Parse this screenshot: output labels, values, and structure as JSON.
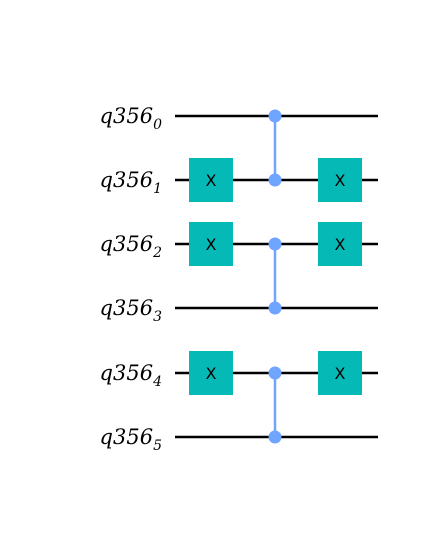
{
  "circuit": {
    "qubits": [
      {
        "label": "q356",
        "index": "0"
      },
      {
        "label": "q356",
        "index": "1"
      },
      {
        "label": "q356",
        "index": "2"
      },
      {
        "label": "q356",
        "index": "3"
      },
      {
        "label": "q356",
        "index": "4"
      },
      {
        "label": "q356",
        "index": "5"
      }
    ],
    "gates": [
      {
        "type": "X",
        "label": "X",
        "qubit": 1,
        "column": 0
      },
      {
        "type": "X",
        "label": "X",
        "qubit": 2,
        "column": 0
      },
      {
        "type": "X",
        "label": "X",
        "qubit": 4,
        "column": 0
      },
      {
        "type": "CZ",
        "qubits": [
          0,
          1
        ],
        "column": 1
      },
      {
        "type": "CZ",
        "qubits": [
          2,
          3
        ],
        "column": 1
      },
      {
        "type": "CZ",
        "qubits": [
          4,
          5
        ],
        "column": 1
      },
      {
        "type": "X",
        "label": "X",
        "qubit": 1,
        "column": 2
      },
      {
        "type": "X",
        "label": "X",
        "qubit": 2,
        "column": 2
      },
      {
        "type": "X",
        "label": "X",
        "qubit": 4,
        "column": 2
      }
    ],
    "colors": {
      "wire": "#000000",
      "x_gate_fill": "#05bab6",
      "control": "#6fa4ff"
    }
  }
}
